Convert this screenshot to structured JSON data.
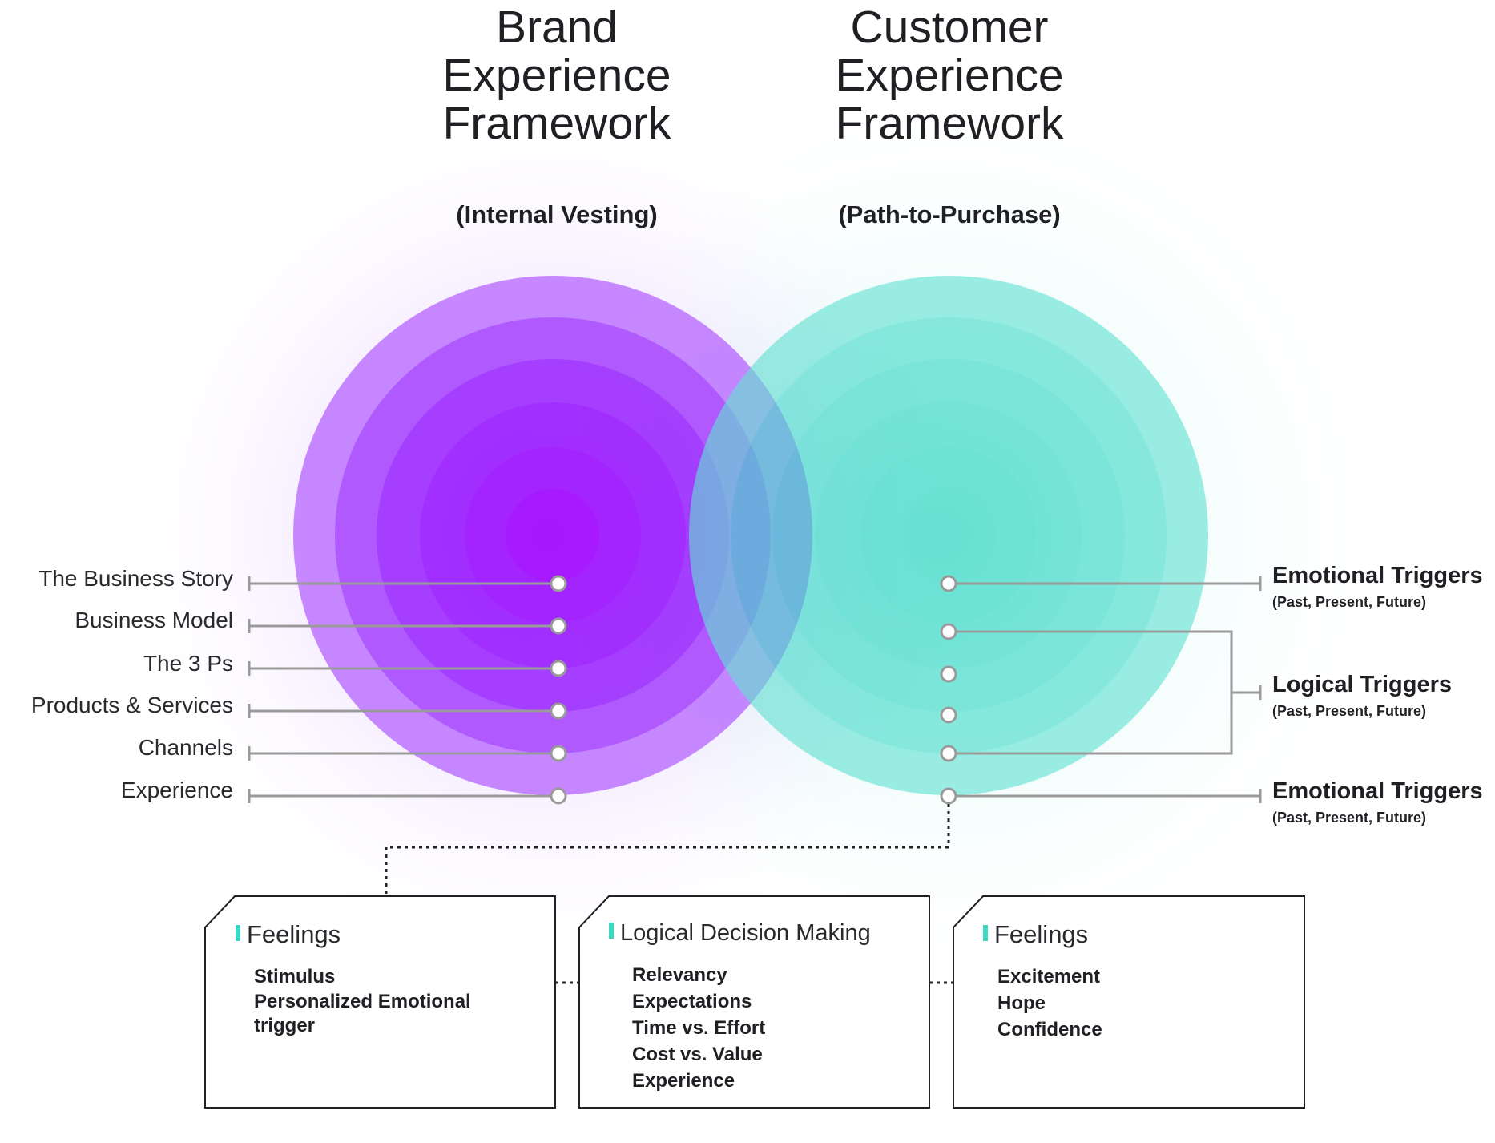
{
  "brand": {
    "title": "Brand\nExperience\nFramework",
    "subtitle": "(Internal Vesting)"
  },
  "customer": {
    "title": "Customer\nExperience\nFramework",
    "subtitle": "(Path-to-Purchase)"
  },
  "colors": {
    "purple_core": "#9e00ff",
    "purple_outer": "#c07cff",
    "teal_core": "#3cdbc8",
    "teal_outer": "#9eeee2",
    "connector": "#999999",
    "accent": "#3cd9c4",
    "text": "#1f1f24"
  },
  "left_labels": [
    "The Business Story",
    "Business Model",
    "The 3 Ps",
    "Products & Services",
    "Channels",
    "Experience"
  ],
  "right_labels": [
    {
      "main": "Emotional Triggers",
      "sub": "(Past, Present, Future)"
    },
    {
      "main": "Logical Triggers",
      "sub": "(Past, Present, Future)"
    },
    {
      "main": "Emotional Triggers",
      "sub": "(Past, Present, Future)"
    }
  ],
  "boxes": [
    {
      "heading": "Feelings",
      "items": [
        "Stimulus",
        "Personalized Emotional",
        "trigger"
      ]
    },
    {
      "heading": "Logical Decision Making",
      "items": [
        "Relevancy",
        "Expectations",
        "Time vs. Effort",
        "Cost vs. Value",
        "Experience"
      ]
    },
    {
      "heading": "Feelings",
      "items": [
        "Excitement",
        "Hope",
        "Confidence"
      ]
    }
  ]
}
